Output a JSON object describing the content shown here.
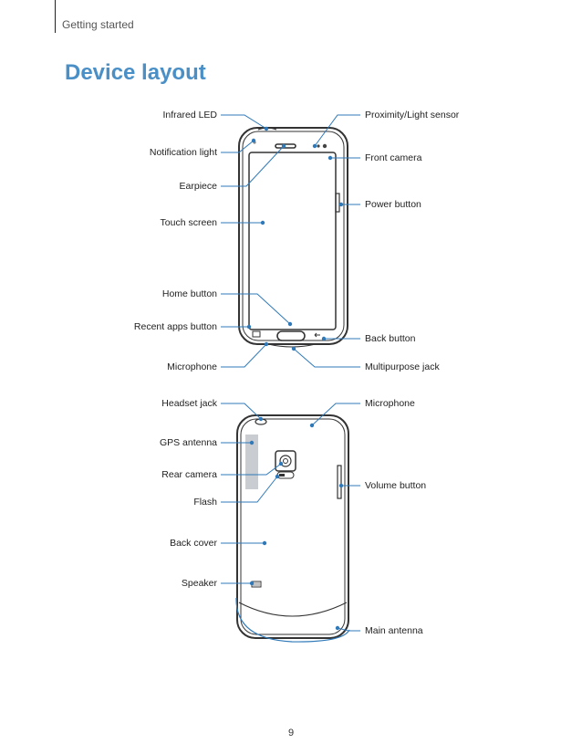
{
  "header": {
    "section": "Getting started",
    "title": "Device layout"
  },
  "front_labels": {
    "infrared_led": "Infrared LED",
    "notification_light": "Notification light",
    "earpiece": "Earpiece",
    "touch_screen": "Touch screen",
    "home_button": "Home button",
    "recent_apps_button": "Recent apps button",
    "microphone": "Microphone",
    "proximity_sensor": "Proximity/Light sensor",
    "front_camera": "Front camera",
    "power_button": "Power button",
    "back_button": "Back button",
    "multipurpose_jack": "Multipurpose jack"
  },
  "back_labels": {
    "headset_jack": "Headset jack",
    "gps_antenna": "GPS antenna",
    "rear_camera": "Rear camera",
    "flash": "Flash",
    "back_cover": "Back cover",
    "speaker": "Speaker",
    "microphone": "Microphone",
    "volume_button": "Volume button",
    "main_antenna": "Main antenna"
  },
  "footer": {
    "page_number": "9"
  },
  "colors": {
    "accent": "#4a8fc6",
    "leader": "#2f79b9"
  }
}
